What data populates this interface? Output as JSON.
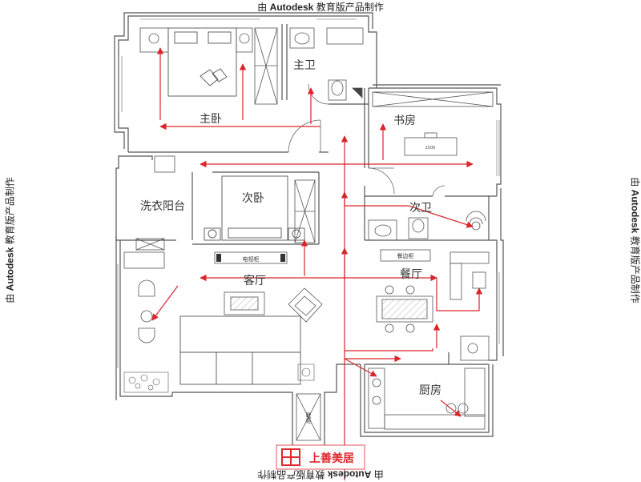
{
  "watermark": {
    "prefix": "由",
    "brand": "Autodesk",
    "suffix": "教育版产品制作"
  },
  "rooms": {
    "master_bedroom": "主卧",
    "master_bath": "主卫",
    "study": "书房",
    "laundry_balcony": "洗衣阳台",
    "second_bedroom": "次卧",
    "second_bath": "次卫",
    "living_room": "客厅",
    "dining_room": "餐厅",
    "kitchen": "厨房"
  },
  "furniture": {
    "tv_cabinet": "电视柜",
    "sideboard": "餐边柜",
    "desk_size": "1500",
    "shoe_cabinet": "鞋柜"
  },
  "logo": {
    "mark": "上善美居"
  },
  "colors": {
    "wall": "#555555",
    "arrow": "#d9262b",
    "logo": "#e0282e",
    "text": "#333333"
  }
}
